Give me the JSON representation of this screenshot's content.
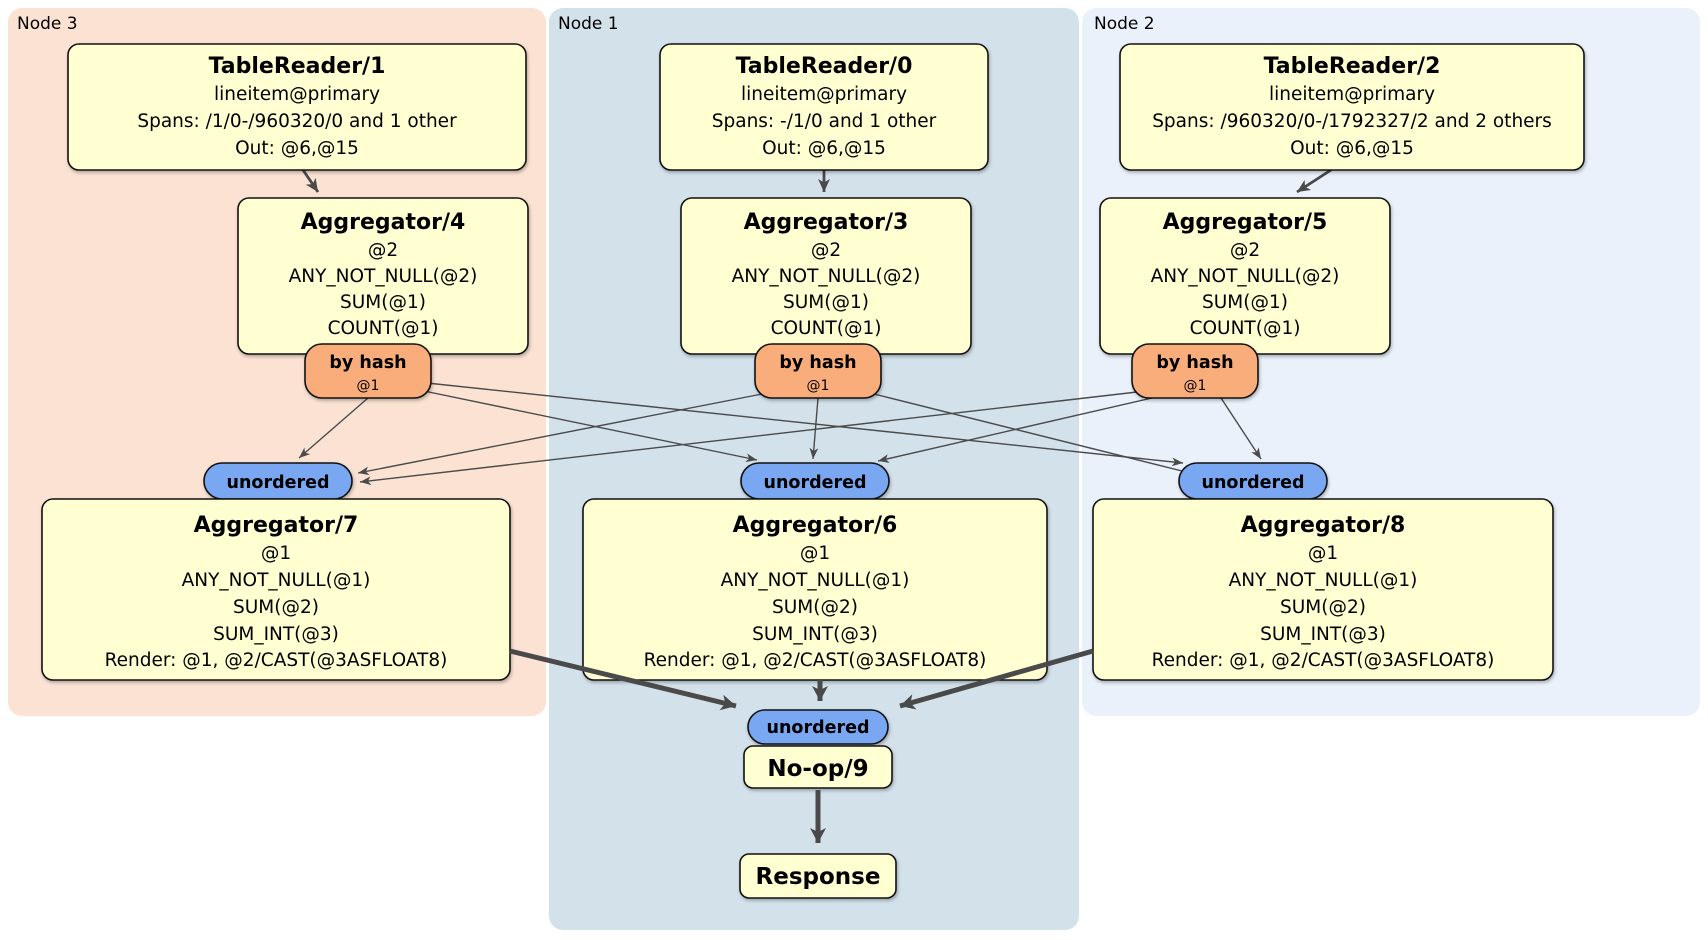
{
  "regions": [
    {
      "label": "Node 3"
    },
    {
      "label": "Node 1"
    },
    {
      "label": "Node 2"
    }
  ],
  "processors": {
    "tr1": {
      "title": "TableReader/1",
      "lines": [
        "lineitem@primary",
        "Spans: /1/0-/960320/0 and 1 other",
        "Out: @6,@15"
      ]
    },
    "tr0": {
      "title": "TableReader/0",
      "lines": [
        "lineitem@primary",
        "Spans: -/1/0 and 1 other",
        "Out: @6,@15"
      ]
    },
    "tr2": {
      "title": "TableReader/2",
      "lines": [
        "lineitem@primary",
        "Spans: /960320/0-/1792327/2 and 2 others",
        "Out: @6,@15"
      ]
    },
    "agg4": {
      "title": "Aggregator/4",
      "lines": [
        "@2",
        "ANY_NOT_NULL(@2)",
        "SUM(@1)",
        "COUNT(@1)"
      ]
    },
    "agg3": {
      "title": "Aggregator/3",
      "lines": [
        "@2",
        "ANY_NOT_NULL(@2)",
        "SUM(@1)",
        "COUNT(@1)"
      ]
    },
    "agg5": {
      "title": "Aggregator/5",
      "lines": [
        "@2",
        "ANY_NOT_NULL(@2)",
        "SUM(@1)",
        "COUNT(@1)"
      ]
    },
    "agg7": {
      "title": "Aggregator/7",
      "lines": [
        "@1",
        "ANY_NOT_NULL(@1)",
        "SUM(@2)",
        "SUM_INT(@3)",
        "Render: @1, @2/CAST(@3ASFLOAT8)"
      ]
    },
    "agg6": {
      "title": "Aggregator/6",
      "lines": [
        "@1",
        "ANY_NOT_NULL(@1)",
        "SUM(@2)",
        "SUM_INT(@3)",
        "Render: @1, @2/CAST(@3ASFLOAT8)"
      ]
    },
    "agg8": {
      "title": "Aggregator/8",
      "lines": [
        "@1",
        "ANY_NOT_NULL(@1)",
        "SUM(@2)",
        "SUM_INT(@3)",
        "Render: @1, @2/CAST(@3ASFLOAT8)"
      ]
    },
    "noop": {
      "title": "No-op/9"
    },
    "response": {
      "title": "Response"
    }
  },
  "routers": {
    "by_hash": {
      "label": "by hash",
      "sub": "@1"
    },
    "unordered": {
      "label": "unordered"
    }
  },
  "colors": {
    "node3_bg": "#fbe2d3",
    "node1_bg": "#d3e1eb",
    "node2_bg": "#eaf1fa",
    "processor_fill": "#ffffd1",
    "hash_router_fill": "#f9ad7a",
    "unordered_router_fill": "#79a7f1",
    "edge": "#4a4a4a"
  }
}
